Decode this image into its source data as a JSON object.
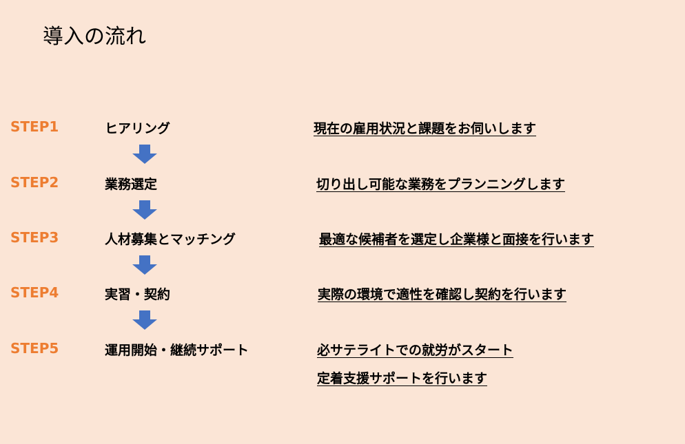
{
  "title": "導入の流れ",
  "colors": {
    "background": "#FBE5D6",
    "step_label": "#ED7D31",
    "arrow": "#4472C4"
  },
  "steps": [
    {
      "label": "STEP1",
      "name": "ヒアリング",
      "desc": [
        "現在の雇用状況と課題をお伺いします"
      ]
    },
    {
      "label": "STEP2",
      "name": "業務選定",
      "desc": [
        "切り出し可能な業務をプランニングします"
      ]
    },
    {
      "label": "STEP3",
      "name": "人材募集とマッチング",
      "desc": [
        "最適な候補者を選定し企業様と面接を行います"
      ]
    },
    {
      "label": "STEP4",
      "name": "実習・契約",
      "desc": [
        "実際の環境で適性を確認し契約を行います"
      ]
    },
    {
      "label": "STEP5",
      "name": "運用開始・継続サポート",
      "desc": [
        "必サテライトでの就労がスタート",
        "定着支援サポートを行います"
      ]
    }
  ]
}
